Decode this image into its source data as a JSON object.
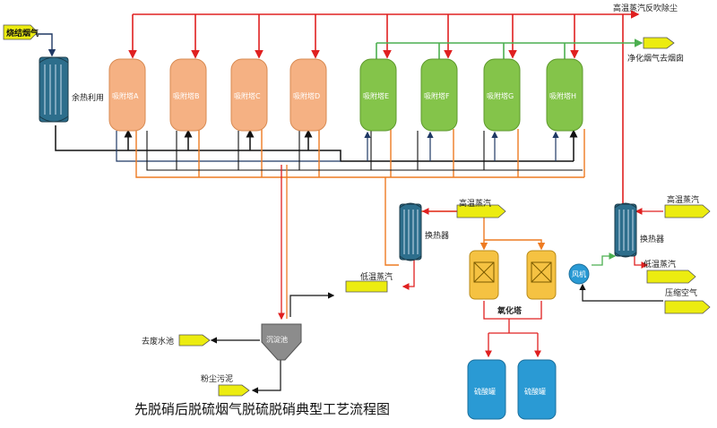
{
  "title": "先脱硝后脱硫烟气脱硫脱硝典型工艺流程图",
  "sinter_flue_gas": "烧结烟气",
  "waste_heat": "余热利用",
  "towers_orange": [
    "吸附塔A",
    "吸附塔B",
    "吸附塔C",
    "吸附塔D"
  ],
  "towers_green": [
    "吸附塔E",
    "吸附塔F",
    "吸附塔G",
    "吸附塔H"
  ],
  "steam_purge": "高温蒸汽反吹除尘",
  "clean_gas": "净化烟气去烟囱",
  "hx1": {
    "name": "换热器",
    "steam_in": "高温蒸汽",
    "steam_out": "低温蒸汽"
  },
  "hx2": {
    "name": "换热器",
    "steam_in": "高温蒸汽",
    "steam_out": "低温蒸汽",
    "fan": "风机",
    "air": "压缩空气"
  },
  "oxidation_tower": "氧化塔",
  "sulfuric_tanks": [
    "硫酸罐",
    "硫酸罐"
  ],
  "settling_tank": "沉淀池",
  "waste_water": "去废水池",
  "sludge": "粉尘污泥",
  "colors": {
    "orange": "#f5b183",
    "green": "#84c44a",
    "hx_blue": "#2d6e8c",
    "yellow_reactor": "#f5c242",
    "tank_blue": "#2a9ad4",
    "pipe_red": "#e02020",
    "pipe_orange": "#ee7b22",
    "pipe_navy": "#1f3864",
    "pipe_green": "#4caf50",
    "tag_yellow": "#ecec10"
  }
}
